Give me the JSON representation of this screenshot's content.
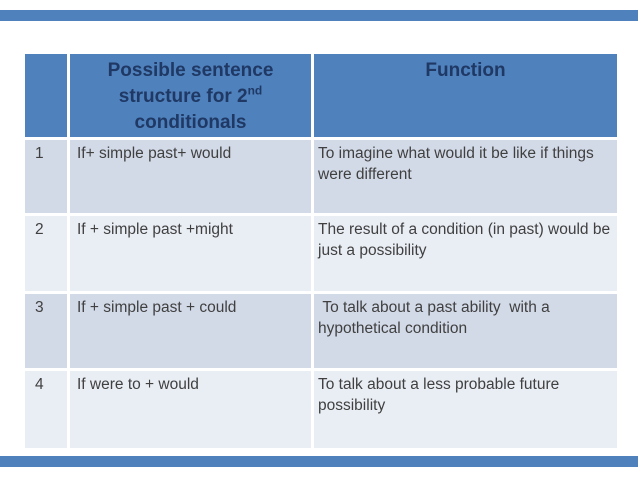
{
  "colors": {
    "accent": "#4F81BD",
    "band-dark": "#D2D9E7",
    "band-light": "#E9EDF4",
    "header-text": "#1F3864",
    "body-text": "#404040"
  },
  "table": {
    "header": {
      "col1": "",
      "col2_line1": "Possible sentence",
      "col2_line2_base": "structure for 2",
      "col2_line2_sup": "nd",
      "col2_line3": "conditionals",
      "col3": "Function"
    },
    "rows": [
      {
        "num": "1",
        "structure": "If+ simple past+ would",
        "function": "To imagine what would it be like if things were different"
      },
      {
        "num": "2",
        "structure": "If + simple past +might",
        "function": "The result of a condition (in past) would be just a possibility"
      },
      {
        "num": "3",
        "structure": "If + simple past + could",
        "function": " To talk about a past ability  with a hypothetical condition"
      },
      {
        "num": "4",
        "structure": "If were to + would",
        "function": "To talk about a less probable future possibility"
      }
    ]
  }
}
